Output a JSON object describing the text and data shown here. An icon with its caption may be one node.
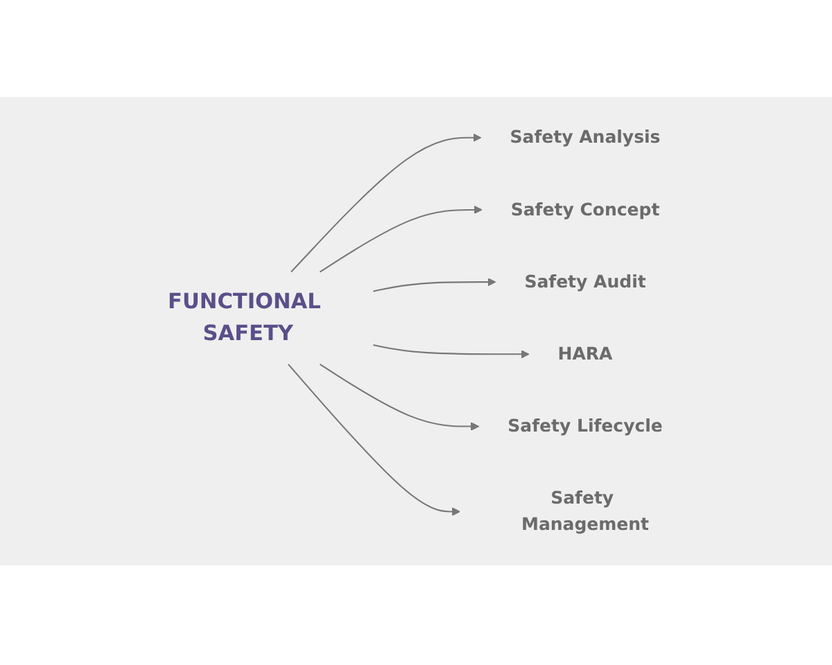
{
  "diagram": {
    "nodes": [
      {
        "text": [
          "FUNCTIONAL SAFETY"
        ]
      },
      {
        "text": [
          "Safety Analysis"
        ]
      },
      {
        "text": [
          "Safety Concept"
        ]
      },
      {
        "text": [
          "Safety Audit"
        ]
      },
      {
        "text": [
          "HARA"
        ]
      },
      {
        "text": [
          "Safety Lifecycle"
        ]
      },
      {
        "text": [
          "Safety Management"
        ]
      }
    ],
    "edges": [
      {
        "from": 0,
        "to": 1,
        "arrow": "to"
      },
      {
        "from": 0,
        "to": 2,
        "arrow": "to"
      },
      {
        "from": 0,
        "to": 3,
        "arrow": "to"
      },
      {
        "from": 0,
        "to": 4,
        "arrow": "to"
      },
      {
        "from": 0,
        "to": 5,
        "arrow": "to"
      },
      {
        "from": 0,
        "to": 6,
        "arrow": "to"
      }
    ]
  }
}
